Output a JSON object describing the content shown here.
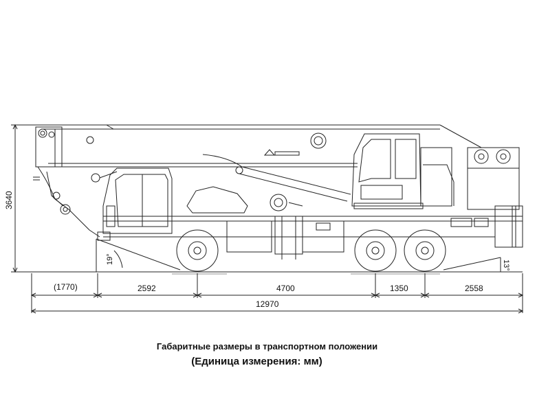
{
  "drawing": {
    "height_label": "3640",
    "dimensions": [
      "(1770)",
      "2592",
      "4700",
      "1350",
      "2558"
    ],
    "overall_length": "12970",
    "front_angle": "19°",
    "rear_angle": "13°"
  },
  "caption": {
    "title": "Габаритные размеры в транспортном положении",
    "unit": "(Единица измерения: мм)"
  }
}
